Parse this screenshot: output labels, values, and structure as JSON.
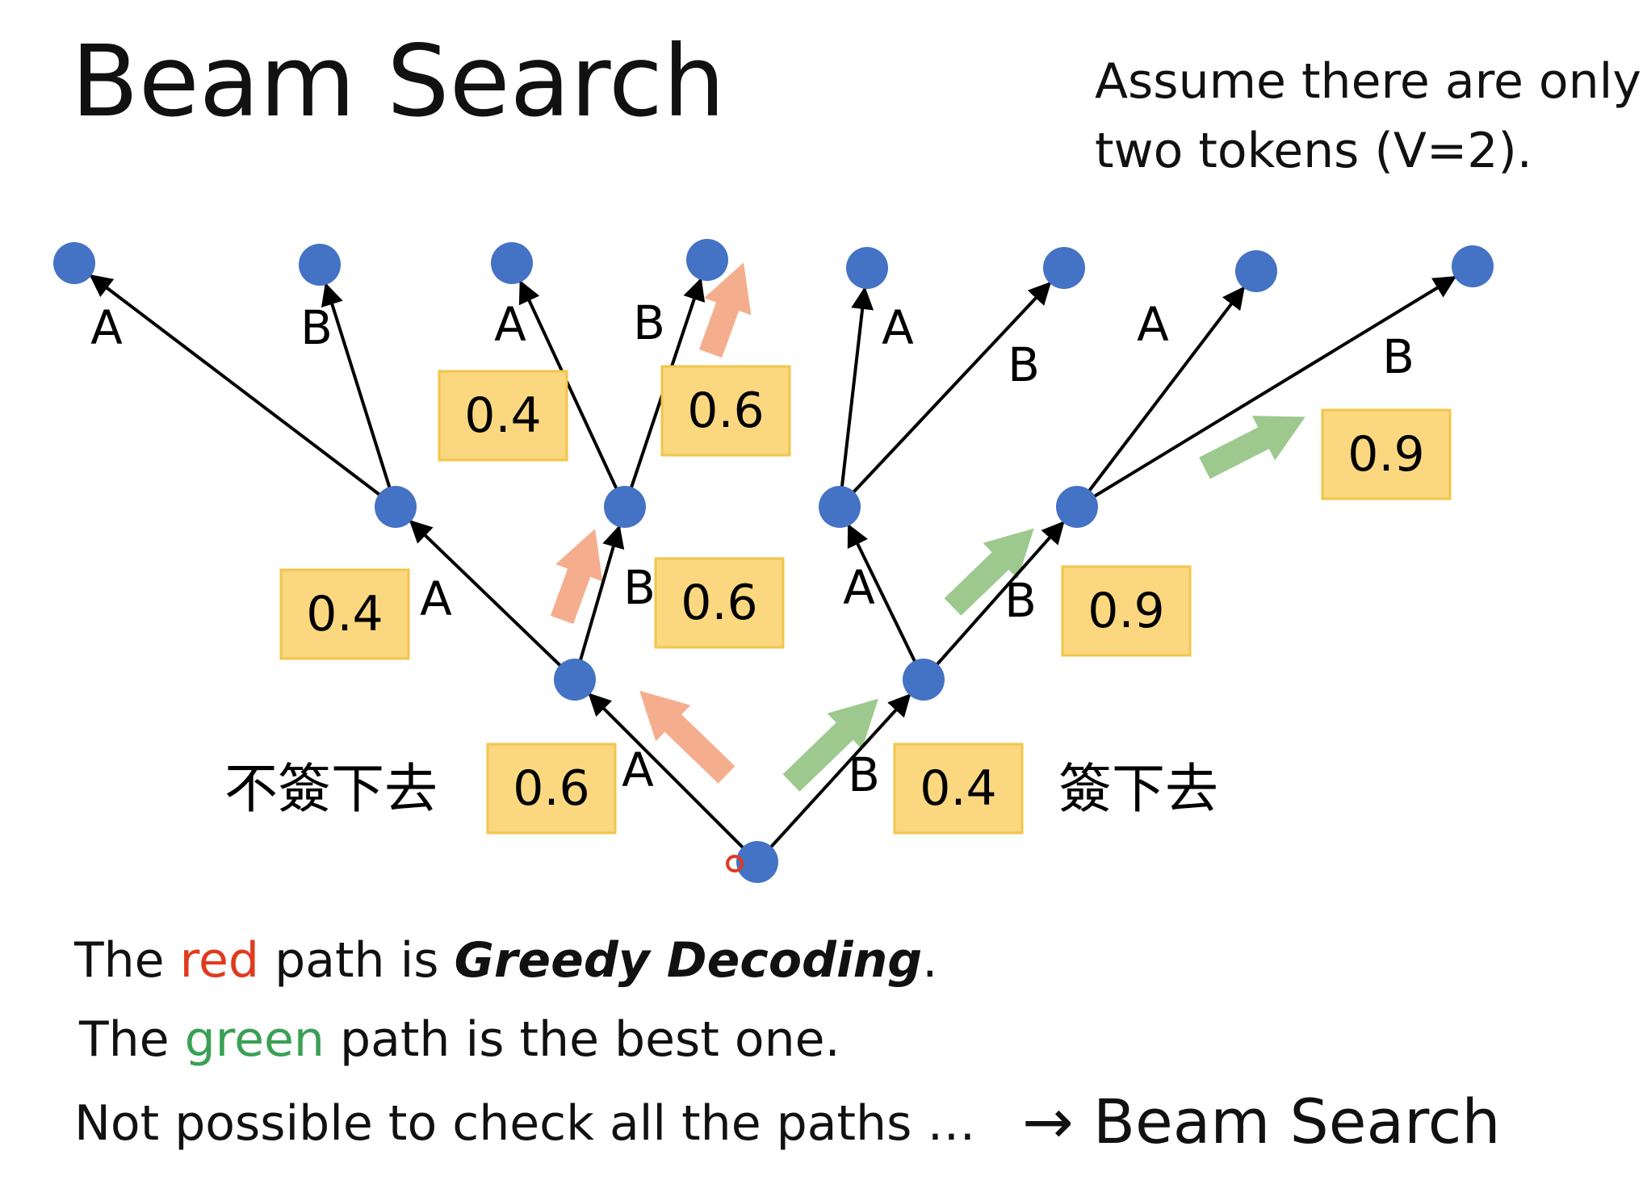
{
  "title": "Beam Search",
  "assume": {
    "line1": "Assume there are only",
    "line2": "two tokens (V=2)."
  },
  "colors": {
    "node": "#4472c4",
    "box_fill": "#fbd780",
    "box_border": "#f2c64a",
    "red_arrow": "#f2a07a",
    "green_arrow": "#8cbf7a",
    "red_text": "#e03a1e",
    "green_text": "#3aa055"
  },
  "tree": {
    "nodes": [
      {
        "id": "root"
      },
      {
        "id": "n_A"
      },
      {
        "id": "n_B"
      },
      {
        "id": "n_AA"
      },
      {
        "id": "n_AB"
      },
      {
        "id": "n_BA"
      },
      {
        "id": "n_BB"
      },
      {
        "id": "n_AAA"
      },
      {
        "id": "n_AAB"
      },
      {
        "id": "n_ABA"
      },
      {
        "id": "n_ABB"
      },
      {
        "id": "n_BAA"
      },
      {
        "id": "n_BAB"
      },
      {
        "id": "n_BBA"
      },
      {
        "id": "n_BBB"
      }
    ],
    "edges": [
      {
        "from": "root",
        "to": "n_A",
        "token": "A",
        "prob": "0.6"
      },
      {
        "from": "root",
        "to": "n_B",
        "token": "B",
        "prob": "0.4"
      },
      {
        "from": "n_A",
        "to": "n_AA",
        "token": "A",
        "prob": "0.4"
      },
      {
        "from": "n_A",
        "to": "n_AB",
        "token": "B",
        "prob": "0.6"
      },
      {
        "from": "n_B",
        "to": "n_BA",
        "token": "A",
        "prob": ""
      },
      {
        "from": "n_B",
        "to": "n_BB",
        "token": "B",
        "prob": "0.9"
      },
      {
        "from": "n_AA",
        "to": "n_AAA",
        "token": "A",
        "prob": ""
      },
      {
        "from": "n_AA",
        "to": "n_AAB",
        "token": "B",
        "prob": ""
      },
      {
        "from": "n_AB",
        "to": "n_ABA",
        "token": "A",
        "prob": "0.4"
      },
      {
        "from": "n_AB",
        "to": "n_ABB",
        "token": "B",
        "prob": "0.6"
      },
      {
        "from": "n_BA",
        "to": "n_BAA",
        "token": "A",
        "prob": ""
      },
      {
        "from": "n_BA",
        "to": "n_BAB",
        "token": "B",
        "prob": ""
      },
      {
        "from": "n_BB",
        "to": "n_BBA",
        "token": "A",
        "prob": ""
      },
      {
        "from": "n_BB",
        "to": "n_BBB",
        "token": "B",
        "prob": "0.9"
      }
    ],
    "red_path": [
      "root",
      "n_A",
      "n_AB",
      "n_ABB"
    ],
    "green_path": [
      "root",
      "n_B",
      "n_BB",
      "n_BBB"
    ],
    "left_caption": "不簽下去",
    "right_caption": "簽下去"
  },
  "bottom": {
    "line1": {
      "pre": "The ",
      "color_word": "red",
      "mid": " path is ",
      "em": "Greedy Decoding",
      "post": "."
    },
    "line2": {
      "pre": "The ",
      "color_word": "green",
      "post": " path is the best one."
    },
    "line3": "Not possible to check all the paths …",
    "arrow_text": "→ Beam Search"
  }
}
